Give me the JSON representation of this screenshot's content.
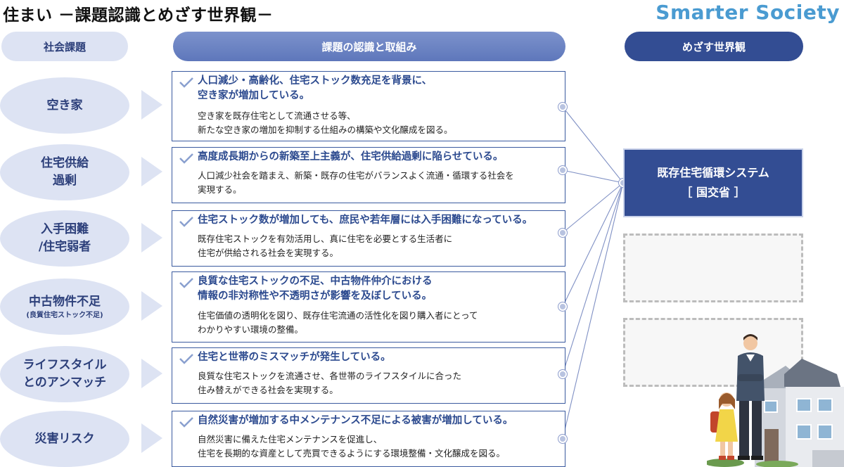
{
  "title": "住まい －課題認識とめざす世界観－",
  "brand": "Smarter Society",
  "headers": {
    "issues": "社会課題",
    "recognition": "課題の認識と取組み",
    "vision": "めざす世界観"
  },
  "issues": [
    {
      "label": "空き家",
      "sub": ""
    },
    {
      "label": "住宅供給\n過剰",
      "sub": ""
    },
    {
      "label": "入手困難\n/住宅弱者",
      "sub": ""
    },
    {
      "label": "中古物件不足",
      "sub": "(良質住宅ストック不足)"
    },
    {
      "label": "ライフスタイル\nとのアンマッチ",
      "sub": ""
    },
    {
      "label": "災害リスク",
      "sub": ""
    }
  ],
  "recognitions": [
    {
      "headline": "人口減少・高齢化、住宅ストック数充足を背景に、\n空き家が増加している。",
      "detail": "空き家を既存住宅として流通させる等、\n新たな空き家の増加を抑制する仕組みの構築や文化醸成を図る。"
    },
    {
      "headline": "高度成長期からの新築至上主義が、住宅供給過剰に陥らせている。",
      "detail": "人口減少社会を踏まえ、新築・既存の住宅がバランスよく流通・循環する社会を\n実現する。"
    },
    {
      "headline": "住宅ストック数が増加しても、庶民や若年層には入手困難になっている。",
      "detail": "既存住宅ストックを有効活用し、真に住宅を必要とする生活者に\n住宅が供給される社会を実現する。"
    },
    {
      "headline": "良質な住宅ストックの不足、中古物件仲介における\n情報の非対称性や不透明さが影響を及ぼしている。",
      "detail": "住宅価値の透明化を図り、既存住宅流通の活性化を図り購入者にとって\nわかりやすい環境の整備。"
    },
    {
      "headline": "住宅と世帯のミスマッチが発生している。",
      "detail": "良質な住宅ストックを流通させ、各世帯のライフスタイルに合った\n住み替えができる社会を実現する。"
    },
    {
      "headline": "自然災害が増加する中メンテナンス不足による被害が増加している。",
      "detail": "自然災害に備えた住宅メンテナンスを促進し、\n住宅を長期的な資産として売買できるようにする環境整備・文化醸成を図る。"
    }
  ],
  "vision": {
    "name": "既存住宅循環システム",
    "ministry": "［ 国交省 ］"
  },
  "colors": {
    "navy": "#334d93",
    "accent_blue": "#2c4a8f",
    "light_blue": "#dde3f3",
    "brand_blue": "#4a9bd1"
  }
}
